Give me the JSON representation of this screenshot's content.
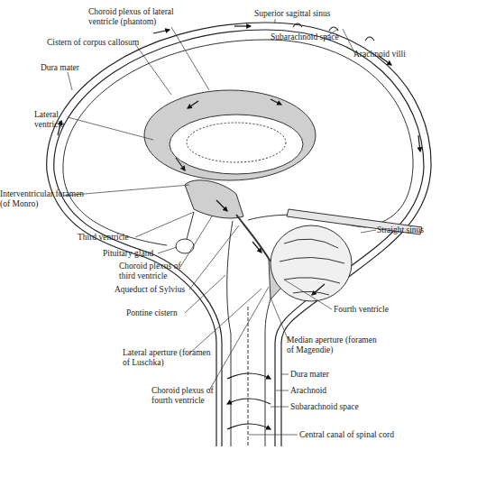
{
  "diagram": {
    "labels": [
      "Choroid plexus of lateral ventricle (phantom)",
      "Superior sagittal sinus",
      "Subarachnoid space",
      "Cistern of corpus callosum",
      "Arachnoid villi",
      "Dura mater",
      "Lateral ventricle",
      "Interventricular foramen (of Monro)",
      "Straight sinus",
      "Third ventricle",
      "Pituitary gland",
      "Choroid plexus of third ventricle",
      "Aqueduct of Sylvius",
      "Fourth ventricle",
      "Pontine cistern",
      "Median aperture (foramen of Magendie)",
      "Lateral aperture (foramen of Luschka)",
      "Dura mater",
      "Choroid plexus of fourth ventricle",
      "Arachnoid",
      "Subarachnoid space",
      "Central canal of spinal cord"
    ]
  }
}
